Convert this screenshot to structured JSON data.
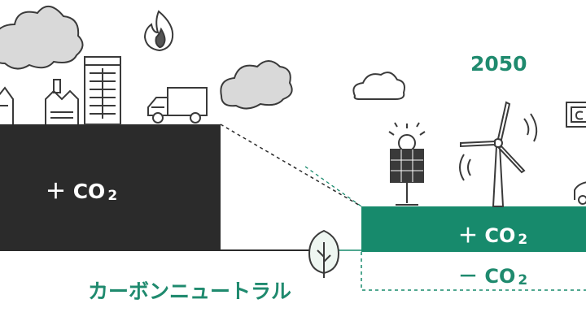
{
  "diagram": {
    "current_emissions_label": "＋ CO",
    "future_emissions_label": "＋ CO",
    "future_absorption_label": "－ CO",
    "co2_subscript": "2",
    "target_year": "2050",
    "caption": "カーボンニュートラル"
  },
  "colors": {
    "dark_block": "#2b2b2b",
    "green_block": "#178a6c",
    "green_text": "#1f8a6e",
    "icon_stroke": "#3a3a3a",
    "cloud_fill": "#d9d9d9"
  },
  "icons": [
    "factory-icon",
    "building-icon",
    "truck-icon",
    "flame-icon",
    "cloud-icon",
    "solar-panel-icon",
    "wind-turbine-icon",
    "tree-icon",
    "car-icon"
  ]
}
